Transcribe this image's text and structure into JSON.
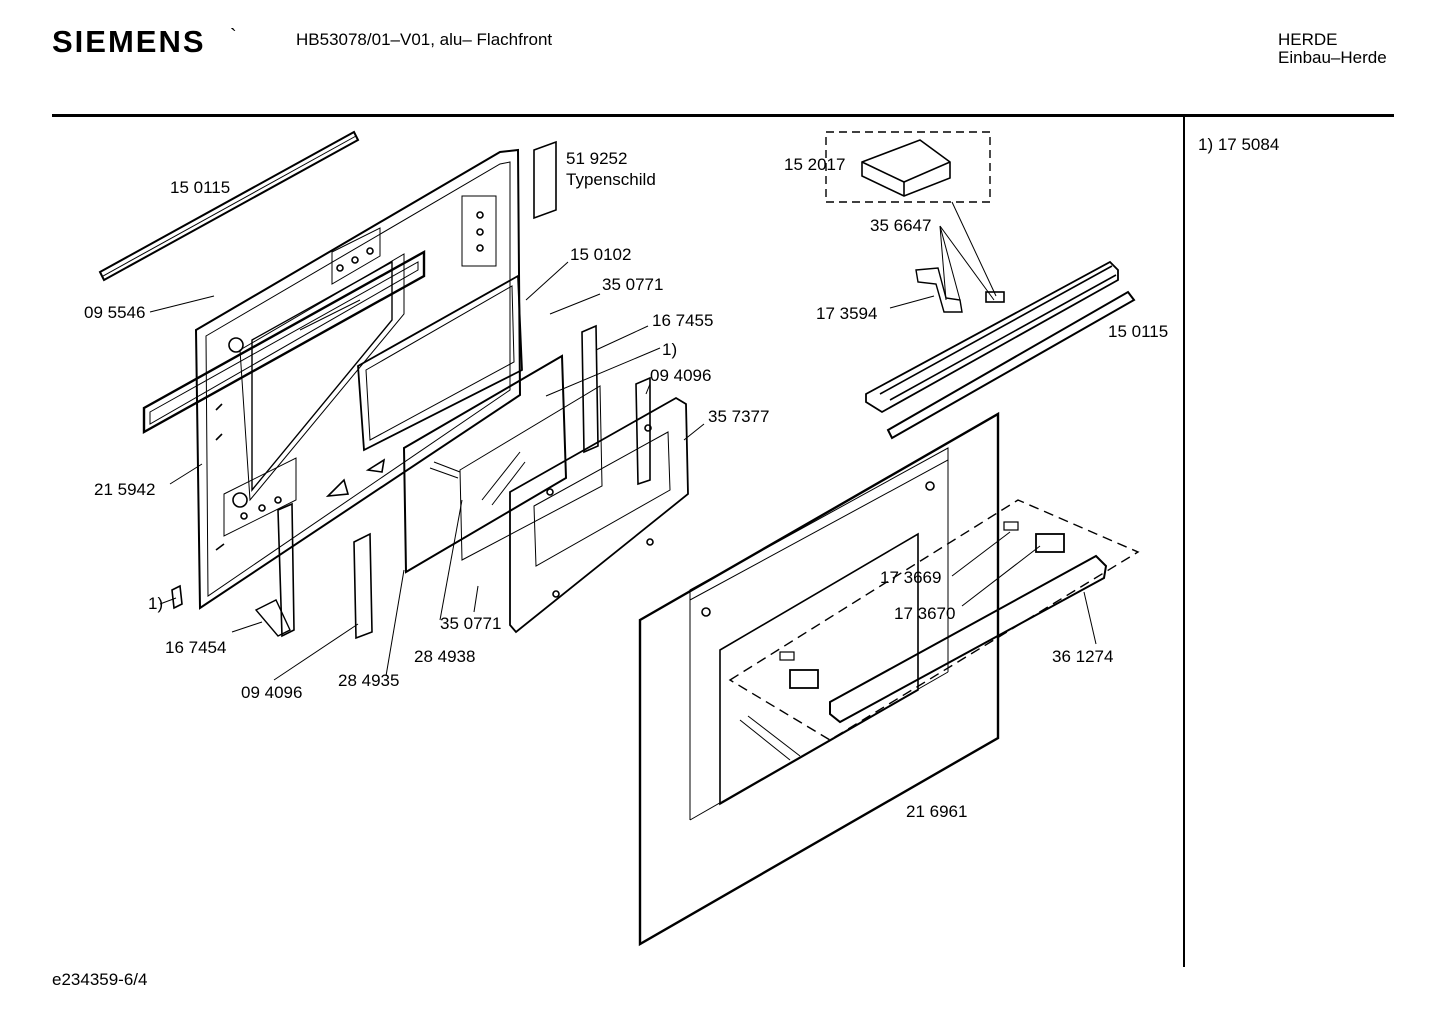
{
  "header": {
    "brand": "SIEMENS",
    "brand_mark": "`",
    "model": "HB53078/01–V01, alu– Flachfront",
    "category": "HERDE",
    "subcategory": "Einbau–Herde"
  },
  "footer": {
    "drawing_id": "e234359-6/4"
  },
  "notes": {
    "footnote": "1)  17 5084"
  },
  "parts": {
    "p150115_left": "15 0115",
    "p519252": "51 9252",
    "typenschild": "Typenschild",
    "p150102": "15 0102",
    "p350771_top": "35 0771",
    "p167455": "16 7455",
    "ref1_mid": "1)",
    "p094096_top": "09 4096",
    "p357377": "35 7377",
    "p095546": "09 5546",
    "p215942": "21 5942",
    "ref1_left": "1)",
    "p167454": "16 7454",
    "p094096_bottom": "09 4096",
    "p284935": "28 4935",
    "p284938": "28 4938",
    "p350771_bottom": "35 0771",
    "p152017": "15 2017",
    "p356647": "35 6647",
    "p173594": "17 3594",
    "p150115_right": "15 0115",
    "p173669": "17 3669",
    "p173670": "17 3670",
    "p361274": "36 1274",
    "p216961": "21 6961"
  }
}
